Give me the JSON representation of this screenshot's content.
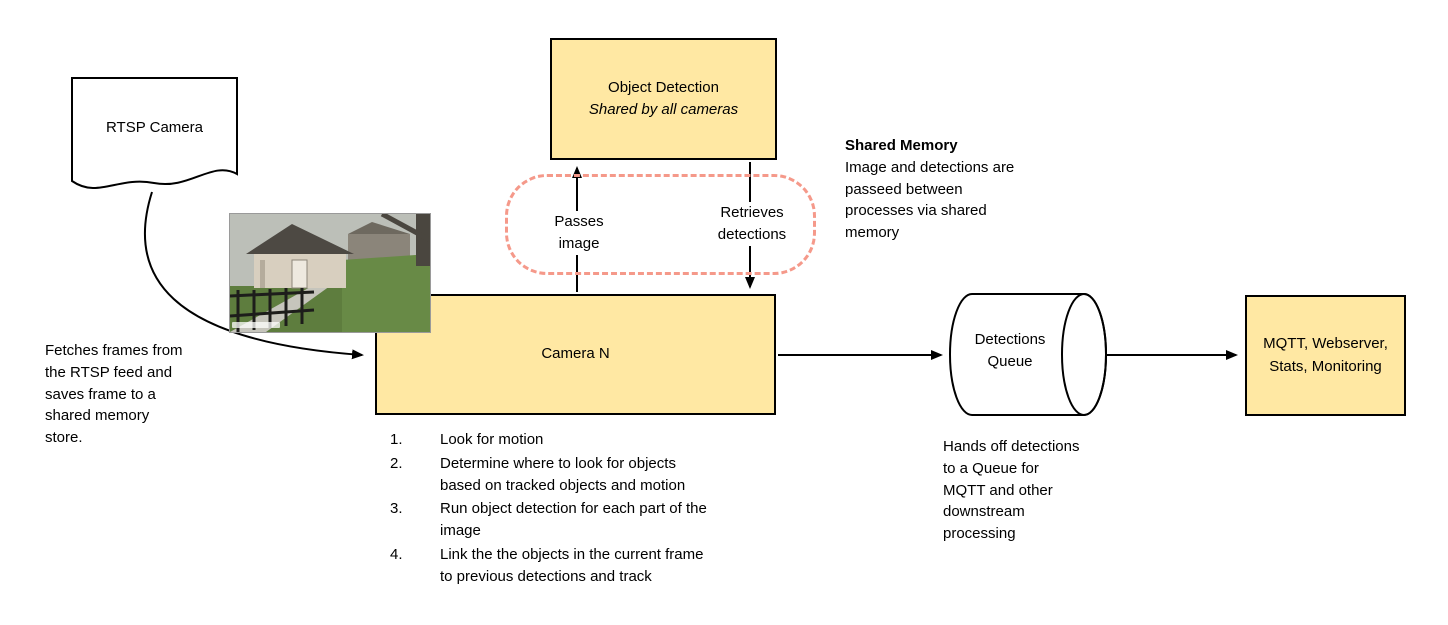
{
  "diagram": {
    "rtsp_camera": {
      "label": "RTSP Camera"
    },
    "fetch_note": "Fetches frames from\nthe RTSP feed and\nsaves frame to a\nshared memory\nstore.",
    "object_detection": {
      "title": "Object Detection",
      "subtitle": "Shared by all cameras"
    },
    "shared_memory_flow": {
      "passes_image": "Passes\nimage",
      "retrieves_detections": "Retrieves\ndetections"
    },
    "shared_memory_note": {
      "title": "Shared Memory",
      "body": "Image and detections are\npasseed between\nprocesses via shared\nmemory"
    },
    "camera_n": {
      "label": "Camera N"
    },
    "camera_steps": [
      {
        "num": "1.",
        "text": "Look for motion"
      },
      {
        "num": "2.",
        "text": "Determine where to look for objects\nbased on tracked objects and motion"
      },
      {
        "num": "3.",
        "text": "Run object detection for each part of the\nimage"
      },
      {
        "num": "4.",
        "text": "Link the the objects in the current frame\nto previous detections and track"
      }
    ],
    "detections_queue": {
      "label": "Detections\nQueue"
    },
    "queue_note": "Hands off detections\nto a Queue for\nMQTT and other\ndownstream\nprocessing",
    "mqtt_box": {
      "label": "MQTT, Webserver,\nStats, Monitoring"
    },
    "colors": {
      "box_fill": "#ffe8a3",
      "box_border": "#000000",
      "dashed_boundary": "#f5998a",
      "arrow": "#000000"
    }
  }
}
